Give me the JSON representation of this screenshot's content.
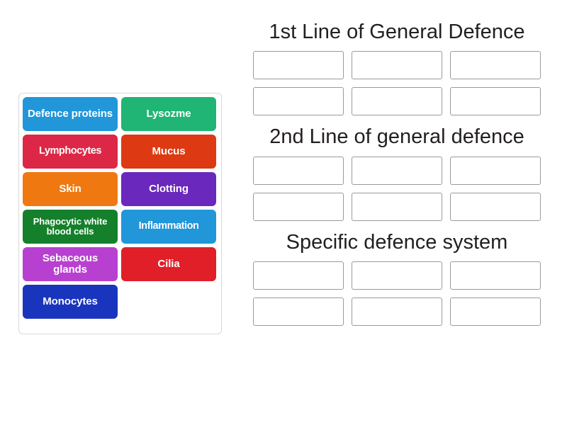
{
  "tray": {
    "name": "answer-tile-tray",
    "tiles": [
      {
        "label": "Defence proteins",
        "color": "#2196d9",
        "size": "normal"
      },
      {
        "label": "Lysozme",
        "color": "#20b574",
        "size": "normal"
      },
      {
        "label": "Lymphocytes",
        "color": "#dc2846",
        "size": "tight"
      },
      {
        "label": "Mucus",
        "color": "#dd3a13",
        "size": "normal"
      },
      {
        "label": "Skin",
        "color": "#f07810",
        "size": "normal"
      },
      {
        "label": "Clotting",
        "color": "#6a28bd",
        "size": "normal"
      },
      {
        "label": "Phagocytic white blood cells",
        "color": "#14802b",
        "size": "small"
      },
      {
        "label": "Inflammation",
        "color": "#2196d9",
        "size": "tight"
      },
      {
        "label": "Sebaceous glands",
        "color": "#b840d0",
        "size": "normal"
      },
      {
        "label": "Cilia",
        "color": "#e01f29",
        "size": "normal"
      },
      {
        "label": "Monocytes",
        "color": "#1a35bd",
        "size": "normal"
      }
    ]
  },
  "categories": [
    {
      "title": "1st Line of General Defence",
      "slots": [
        "",
        "",
        "",
        "",
        "",
        ""
      ]
    },
    {
      "title": "2nd Line of general defence",
      "slots": [
        "",
        "",
        "",
        "",
        "",
        ""
      ]
    },
    {
      "title": "Specific defence system",
      "slots": [
        "",
        "",
        "",
        "",
        "",
        ""
      ]
    }
  ],
  "colors": {
    "background": "#ffffff",
    "tray_border": "#d8d8d8",
    "dropzone_border": "#9a9a9a",
    "heading_text": "#231f20",
    "tile_text": "#ffffff"
  }
}
